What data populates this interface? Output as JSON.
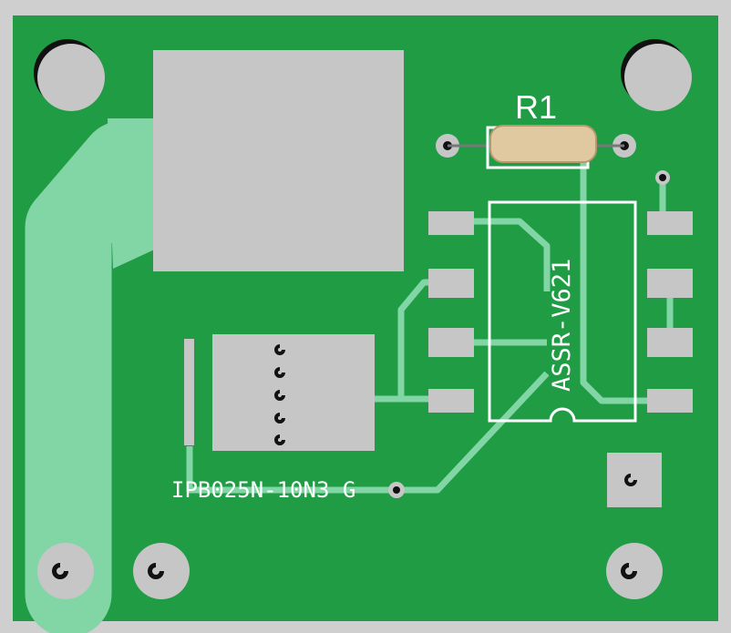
{
  "board": {
    "colors": {
      "background": "#cfcfcf",
      "soldermask": "#1f9c44",
      "copper_trace": "#82d6a6",
      "pad": "#c6c6c6",
      "silkscreen": "#ffffff",
      "drill": "#111111",
      "resistor_body": "#e0c8a0"
    }
  },
  "components": {
    "resistor": {
      "ref": "R1"
    },
    "ic": {
      "part": "ASSR-V621"
    },
    "mosfet": {
      "part": "IPB025N-10N3 G"
    }
  },
  "icons": {
    "mounting_holes": "circle",
    "through_hole_pads": "circle-with-drill",
    "square_pad": "square-with-drill"
  }
}
